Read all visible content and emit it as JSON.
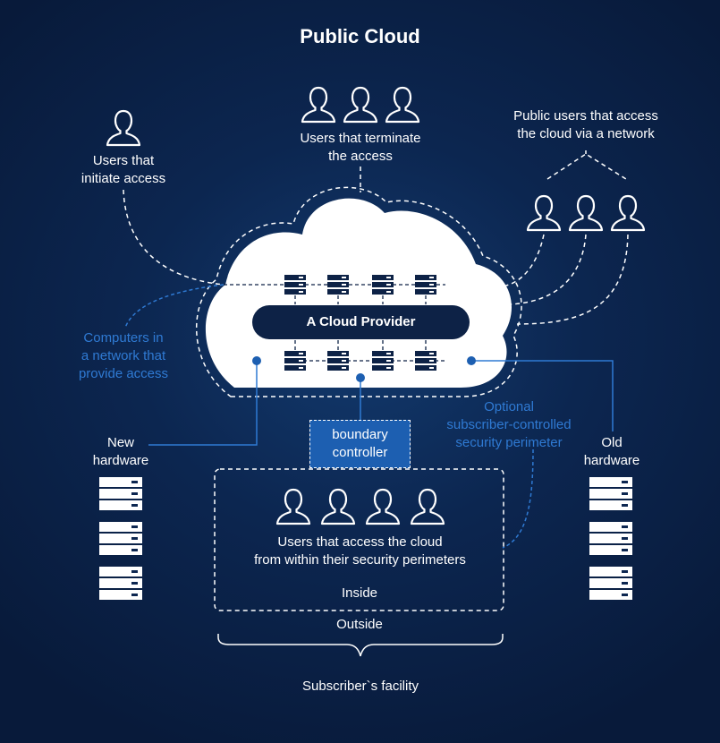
{
  "title": "Public Cloud",
  "cloud_provider": "A Cloud Provider",
  "labels": {
    "users_initiate": "Users that\ninitiate access",
    "users_terminate": "Users that terminate\nthe access",
    "public_users": "Public users that access\nthe cloud via a network",
    "computers_network": "Computers in\na network that\nprovide access",
    "new_hardware": "New\nhardware",
    "old_hardware": "Old\nhardware",
    "boundary_controller": "boundary\ncontroller",
    "optional_perimeter": "Optional\nsubscriber-controlled\nsecurity perimeter",
    "users_within": "Users that access the cloud\nfrom within their security perimeters",
    "inside": "Inside",
    "outside": "Outside",
    "subscriber_facility": "Subscriber`s facility"
  },
  "colors": {
    "background": "#0c2650",
    "accent_blue": "#2f7ad3",
    "boundary_fill": "#1d5fb1",
    "white": "#ffffff",
    "pill": "#0d2246"
  },
  "icons": [
    "person-icon",
    "server-icon",
    "server-rack-icon"
  ]
}
